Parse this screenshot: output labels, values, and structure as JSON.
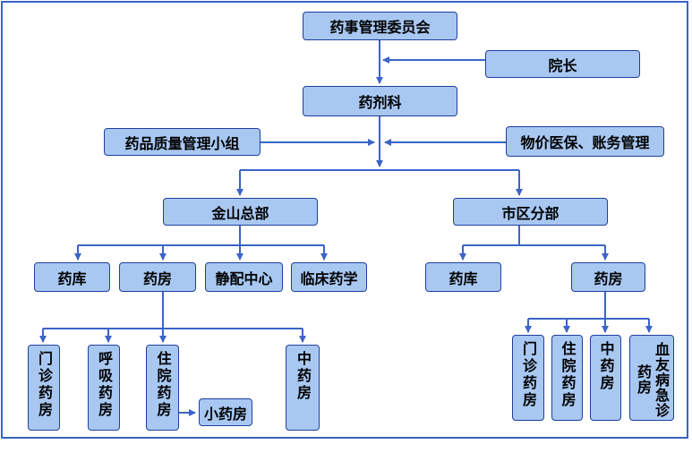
{
  "org": {
    "top": "药事管理委员会",
    "director": "院长",
    "pharmacy_dept": "药剂科",
    "quality_group": "药品质量管理小组",
    "price_group": "物价医保、账务管理",
    "jinshan": "金山总部",
    "urban": "市区分部",
    "js_storage": "药库",
    "js_pharmacy": "药房",
    "js_iv_center": "静配中心",
    "js_clinical": "临床药学",
    "ur_storage": "药库",
    "ur_pharmacy": "药房",
    "js_outpatient": "门诊药房",
    "js_respiratory": "呼吸药房",
    "js_inpatient": "住院药房",
    "js_mini": "小药房",
    "js_tcm": "中药房",
    "ur_outpatient": "门诊药房",
    "ur_inpatient": "住院药房",
    "ur_tcm": "中药房",
    "ur_hemophilia": "血友病急诊药房"
  },
  "colors": {
    "box_fill": "#a8c8f2",
    "box_border": "#1f3f9c",
    "line": "#3b63c8",
    "frame": "#3b63c8"
  }
}
